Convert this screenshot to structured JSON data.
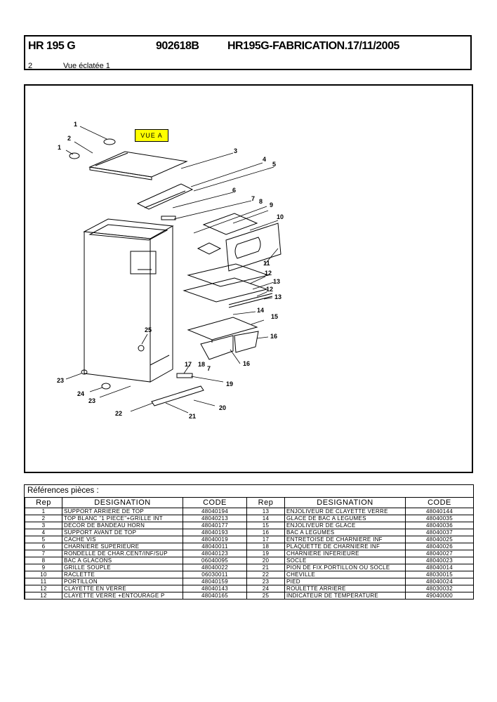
{
  "header": {
    "model": "HR 195 G",
    "code": "902618B",
    "title": "HR195G-FABRICATION.17/11/2005",
    "page_number": "2",
    "view_name": "Vue éclatée 1"
  },
  "diagram": {
    "view_label": "VUE A",
    "callouts": [
      "1",
      "2",
      "1",
      "3",
      "4",
      "5",
      "6",
      "7",
      "8",
      "9",
      "10",
      "11",
      "12",
      "13",
      "12",
      "13",
      "14",
      "15",
      "16",
      "16",
      "25",
      "17",
      "18",
      "7",
      "19",
      "23",
      "24",
      "23",
      "22",
      "20",
      "21"
    ]
  },
  "parts": {
    "title": "Références pièces  :",
    "headers": [
      "Rep",
      "DESIGNATION",
      "CODE",
      "Rep",
      "DESIGNATION",
      "CODE"
    ],
    "rows": [
      [
        "1",
        "SUPPORT ARRIERE DE TOP",
        "48040194",
        "13",
        "ENJOLIVEUR DE CLAYETTE VERRE",
        "48040144"
      ],
      [
        "2",
        "TOP BLANC \"1 PIECE\"+GRILLE INT",
        "48040213",
        "14",
        "GLACE DE BAC A LEGUMES",
        "48040035"
      ],
      [
        "3",
        "DECOR DE BANDEAU HORN",
        "48040177",
        "15",
        "ENJOLIVEUR DE GLACE",
        "48040036"
      ],
      [
        "4",
        "SUPPORT AVANT DE TOP",
        "48040193",
        "16",
        "BAC A LEGUMES",
        "48040037"
      ],
      [
        "5",
        "CACHE VIS",
        "48040019",
        "17",
        "ENTRETOISE DE CHARNIERE INF",
        "48040025"
      ],
      [
        "6",
        "CHARNIERE SUPERIEURE",
        "48040011",
        "18",
        "PLAQUETTE DE CHARNIERE INF",
        "48040026"
      ],
      [
        "7",
        "RONDELLE DE CHAR.CENT/INF/SUP",
        "48040123",
        "19",
        "CHARNIERE INFERIEURE",
        "48040027"
      ],
      [
        "8",
        "BAC A GLACONS",
        "06040095",
        "20",
        "SOCLE",
        "48040023"
      ],
      [
        "9",
        "GRILLE SOUPLE",
        "48040022",
        "21",
        "PION DE FIX.PORTILLON OU SOCLE",
        "48040014"
      ],
      [
        "10",
        "RACLETTE",
        "06030011",
        "22",
        "CHEVILLE",
        "48030015"
      ],
      [
        "11",
        "PORTILLON",
        "48040159",
        "23",
        "PIED",
        "48040024"
      ],
      [
        "12",
        "CLAYETTE EN VERRE",
        "48040143",
        "24",
        "ROULETTE ARRIERE",
        "48030032"
      ],
      [
        "12",
        "CLAYETTE VERRE +ENTOURAGE P",
        "48040165",
        "25",
        "INDICATEUR DE TEMPERATURE",
        "49040000"
      ]
    ]
  }
}
